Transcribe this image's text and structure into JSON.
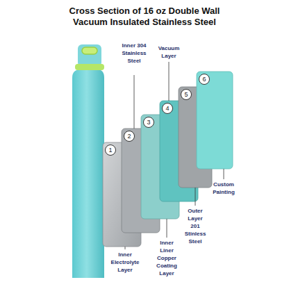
{
  "diagram": {
    "title": "Cross Section of 16 oz Double Wall Vacuum Insulated Stainless Steel",
    "nodes": [
      {
        "text": [
          "1"
        ]
      },
      {
        "text": [
          "2"
        ]
      },
      {
        "text": [
          "3"
        ]
      },
      {
        "text": [
          "4"
        ]
      },
      {
        "text": [
          "5"
        ]
      },
      {
        "text": [
          "6"
        ]
      }
    ],
    "labels": [
      "Inner 304 Stainless Steel",
      "Vacuum Layer",
      "Inner Electrolyte Layer",
      "Inner Liner Copper Coating Layer",
      "Outer Layer 201 Stinless Steel",
      "Custom Painting"
    ]
  }
}
